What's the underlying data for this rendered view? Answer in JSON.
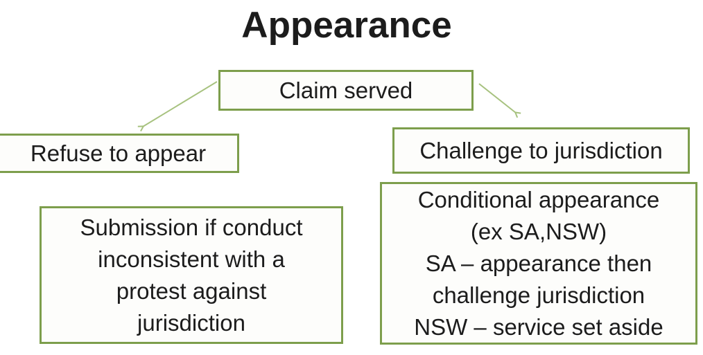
{
  "title": "Appearance",
  "colors": {
    "border_green": "#7d9e4c",
    "arrow_green": "#a7c27f",
    "text_dark": "#1c1c1c",
    "background": "#ffffff"
  },
  "nodes": {
    "claim_served": "Claim served",
    "refuse_to_appear": "Refuse to appear",
    "challenge_jurisdiction": "Challenge to jurisdiction",
    "submission": "Submission if conduct\ninconsistent with a\nprotest against\njurisdiction",
    "conditional": "Conditional appearance\n(ex SA,NSW)\nSA – appearance then\nchallenge jurisdiction\nNSW – service set aside"
  },
  "edges": {
    "left_arrow": "claim_served -> refuse_to_appear",
    "right_arrow": "claim_served -> challenge_to_jurisdiction"
  }
}
